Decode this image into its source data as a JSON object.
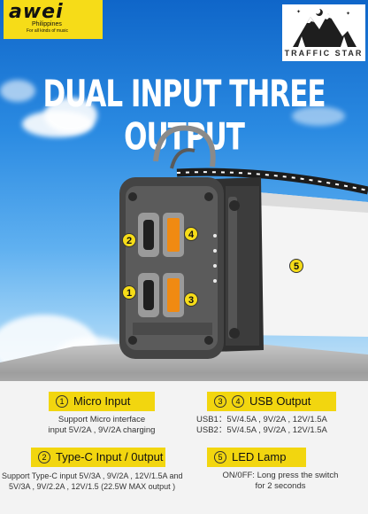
{
  "brand": {
    "logo_word": "awei",
    "logo_sub": "Philippines",
    "logo_tagline": "For all kinds of music"
  },
  "badge": {
    "text": "TRAFFIC STAR"
  },
  "headline": "DUAL INPUT THREE OUTPUT",
  "product": {
    "markers": [
      "1",
      "2",
      "3",
      "4",
      "5"
    ]
  },
  "features": {
    "micro": {
      "num": "1",
      "title": "Micro Input",
      "desc_line1": "Support Micro interface",
      "desc_line2": "input 5V/2A , 9V/2A charging"
    },
    "usb": {
      "num1": "3",
      "num2": "4",
      "title": "USB Output",
      "desc_line1": "USB1：5V/4.5A , 9V/2A , 12V/1.5A",
      "desc_line2": "USB2：5V/4.5A , 9V/2A , 12V/1.5A"
    },
    "typec": {
      "num": "2",
      "title": "Type-C Input / 0utput",
      "desc_line1": "Support Type-C input 5V/3A , 9V/2A , 12V/1.5A and",
      "desc_line2": "5V/3A , 9V/2.2A , 12V/1.5 (22.5W MAX output )"
    },
    "led": {
      "num": "5",
      "title": "LED Lamp",
      "desc_line1": "ON/0FF: Long press the switch",
      "desc_line2": "for 2 seconds"
    }
  },
  "colors": {
    "accent": "#f2d60f",
    "sky": "#2b8be2",
    "device": "#3a3a3a",
    "port_orange": "#f08a12"
  }
}
